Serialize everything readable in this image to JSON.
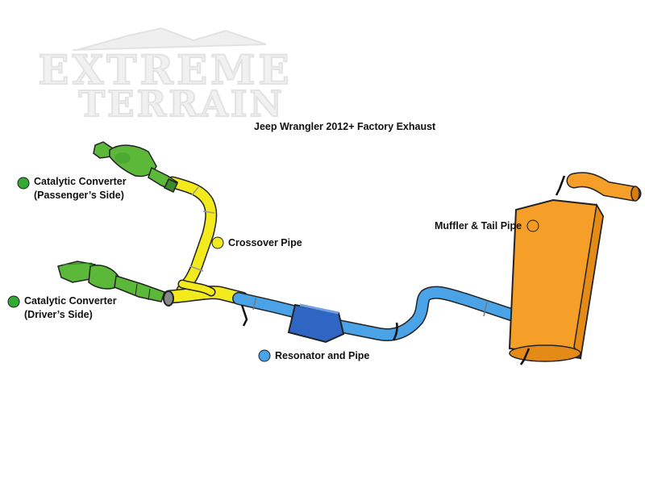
{
  "watermark": {
    "line1": "EXTREME",
    "line2": "TERRAIN"
  },
  "diagram": {
    "title": "Jeep Wrangler 2012+ Factory Exhaust",
    "legend": [
      {
        "id": "cat-passenger",
        "line1": "Catalytic Converter",
        "line2": "(Passenger’s Side)",
        "color": "#33aa33"
      },
      {
        "id": "crossover",
        "line1": "Crossover Pipe",
        "line2": "",
        "color": "#f0ea1e"
      },
      {
        "id": "cat-driver",
        "line1": "Catalytic Converter",
        "line2": "(Driver’s Side)",
        "color": "#33aa33"
      },
      {
        "id": "resonator",
        "line1": "Resonator and Pipe",
        "line2": "",
        "color": "#4aa3e6"
      },
      {
        "id": "muffler",
        "line1": "Muffler & Tail Pipe",
        "line2": "",
        "color": "#f49a22"
      }
    ]
  },
  "colors": {
    "converter_green": "#5cb838",
    "crossover_yellow": "#f2ea1c",
    "resonator_blue": "#4aa3e6",
    "resonator_body": "#2f66c4",
    "muffler_orange": "#f59e28",
    "outline": "#222222"
  }
}
